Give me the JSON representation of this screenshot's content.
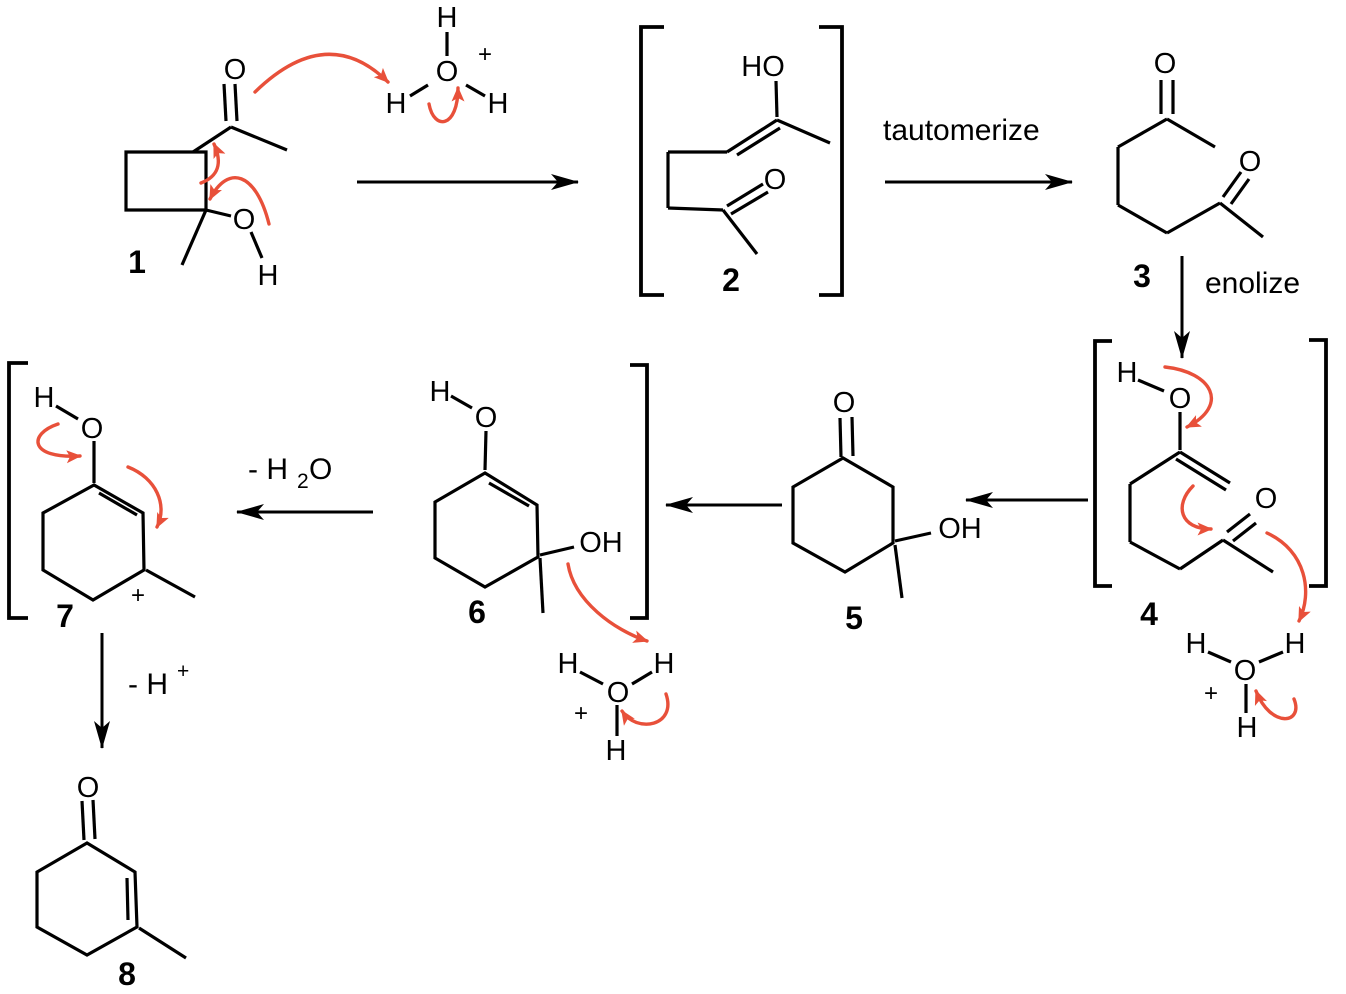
{
  "colors": {
    "ink": "#000000",
    "curved_arrow": "#e8503a",
    "background": "#ffffff"
  },
  "step_labels": {
    "tautomerize": "tautomerize",
    "enolize": "enolize",
    "minus_water": {
      "prefix": "- H",
      "sub": "2",
      "suffix": "O"
    },
    "minus_proton": {
      "prefix": "- H",
      "sup": "+"
    }
  },
  "structures": {
    "s1": {
      "number": "1",
      "carbonyl_o": "O",
      "hydroxyl_o": "O",
      "hydroxyl_h": "H"
    },
    "s2": {
      "number": "2",
      "enol_ho": "HO",
      "carbonyl_o": "O"
    },
    "s3": {
      "number": "3",
      "top_carbonyl_o": "O",
      "right_carbonyl_o": "O"
    },
    "s4": {
      "number": "4",
      "enol_h": "H",
      "enol_o": "O",
      "carbonyl_o": "O"
    },
    "s5": {
      "number": "5",
      "carbonyl_o": "O",
      "hydroxyl": "OH"
    },
    "s6": {
      "number": "6",
      "enol_h": "H",
      "enol_o": "O",
      "hydroxyl": "OH"
    },
    "s7": {
      "number": "7",
      "enol_h": "H",
      "enol_o": "O",
      "charge": "+"
    },
    "s8": {
      "number": "8",
      "carbonyl_o": "O"
    }
  },
  "hydronium_top": {
    "h_top": "H",
    "h_left": "H",
    "h_right": "H",
    "o": "O",
    "charge": "+"
  },
  "hydronium_right": {
    "h_left": "H",
    "h_right": "H",
    "h_bottom": "H",
    "o": "O",
    "charge": "+"
  },
  "hydronium_middle": {
    "h_left": "H",
    "h_right": "H",
    "h_bottom": "H",
    "o": "O",
    "charge": "+"
  }
}
